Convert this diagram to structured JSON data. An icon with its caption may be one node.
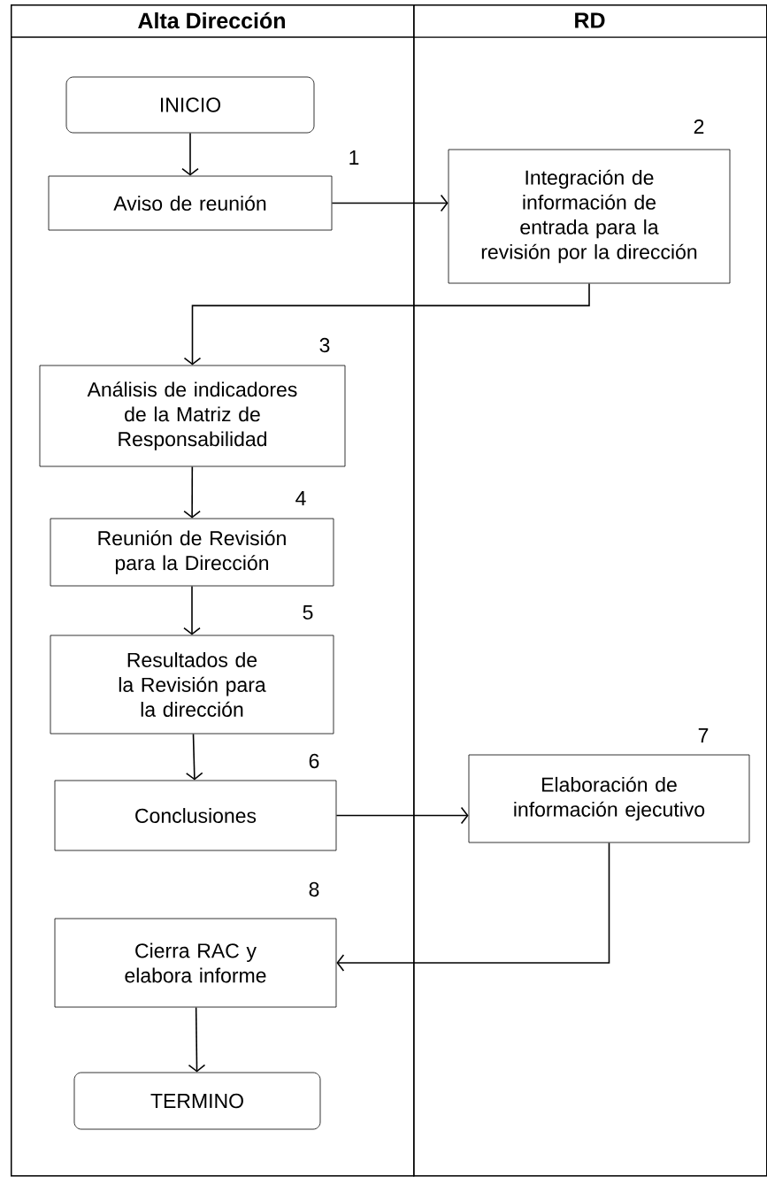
{
  "diagram": {
    "nodes": [
      {
        "text": [
          "Alta Dirección"
        ]
      },
      {
        "text": [
          "RD"
        ]
      },
      {
        "text": [
          "INICIO"
        ],
        "in": 0
      },
      {
        "text": [
          "Aviso de reunión"
        ],
        "in": 0,
        "beside": [
          "1"
        ]
      },
      {
        "text": [
          "Integración de información de entrada para la revisión por la dirección"
        ],
        "in": 1,
        "beside": [
          "2"
        ]
      },
      {
        "text": [
          "Análisis de indicadores de la Matriz de Responsabilidad"
        ],
        "in": 0,
        "beside": [
          "3"
        ]
      },
      {
        "text": [
          "Reunión de Revisión para la Dirección"
        ],
        "in": 0,
        "beside": [
          "4"
        ]
      },
      {
        "text": [
          "Resultados de la Revisión para la dirección"
        ],
        "in": 0,
        "beside": [
          "5"
        ]
      },
      {
        "text": [
          "Conclusiones"
        ],
        "in": 0,
        "beside": [
          "6"
        ]
      },
      {
        "text": [
          "Elaboración de información ejecutivo"
        ],
        "in": 1,
        "beside": [
          "7"
        ]
      },
      {
        "text": [
          "Cierra RAC y elabora informe"
        ],
        "in": 0,
        "beside": [
          "8"
        ]
      },
      {
        "text": [
          "TERMINO"
        ],
        "in": 0
      }
    ],
    "edges": [
      {
        "from": 2,
        "to": 3,
        "arrow": "to"
      },
      {
        "from": 3,
        "to": 4,
        "arrow": "to"
      },
      {
        "from": 4,
        "to": 5,
        "arrow": "to"
      },
      {
        "from": 5,
        "to": 6,
        "arrow": "to"
      },
      {
        "from": 6,
        "to": 7,
        "arrow": "to"
      },
      {
        "from": 7,
        "to": 8,
        "arrow": "to"
      },
      {
        "from": 8,
        "to": 9,
        "arrow": "to"
      },
      {
        "from": 9,
        "to": 10,
        "arrow": "to"
      },
      {
        "from": 10,
        "to": 11,
        "arrow": "to"
      }
    ]
  }
}
